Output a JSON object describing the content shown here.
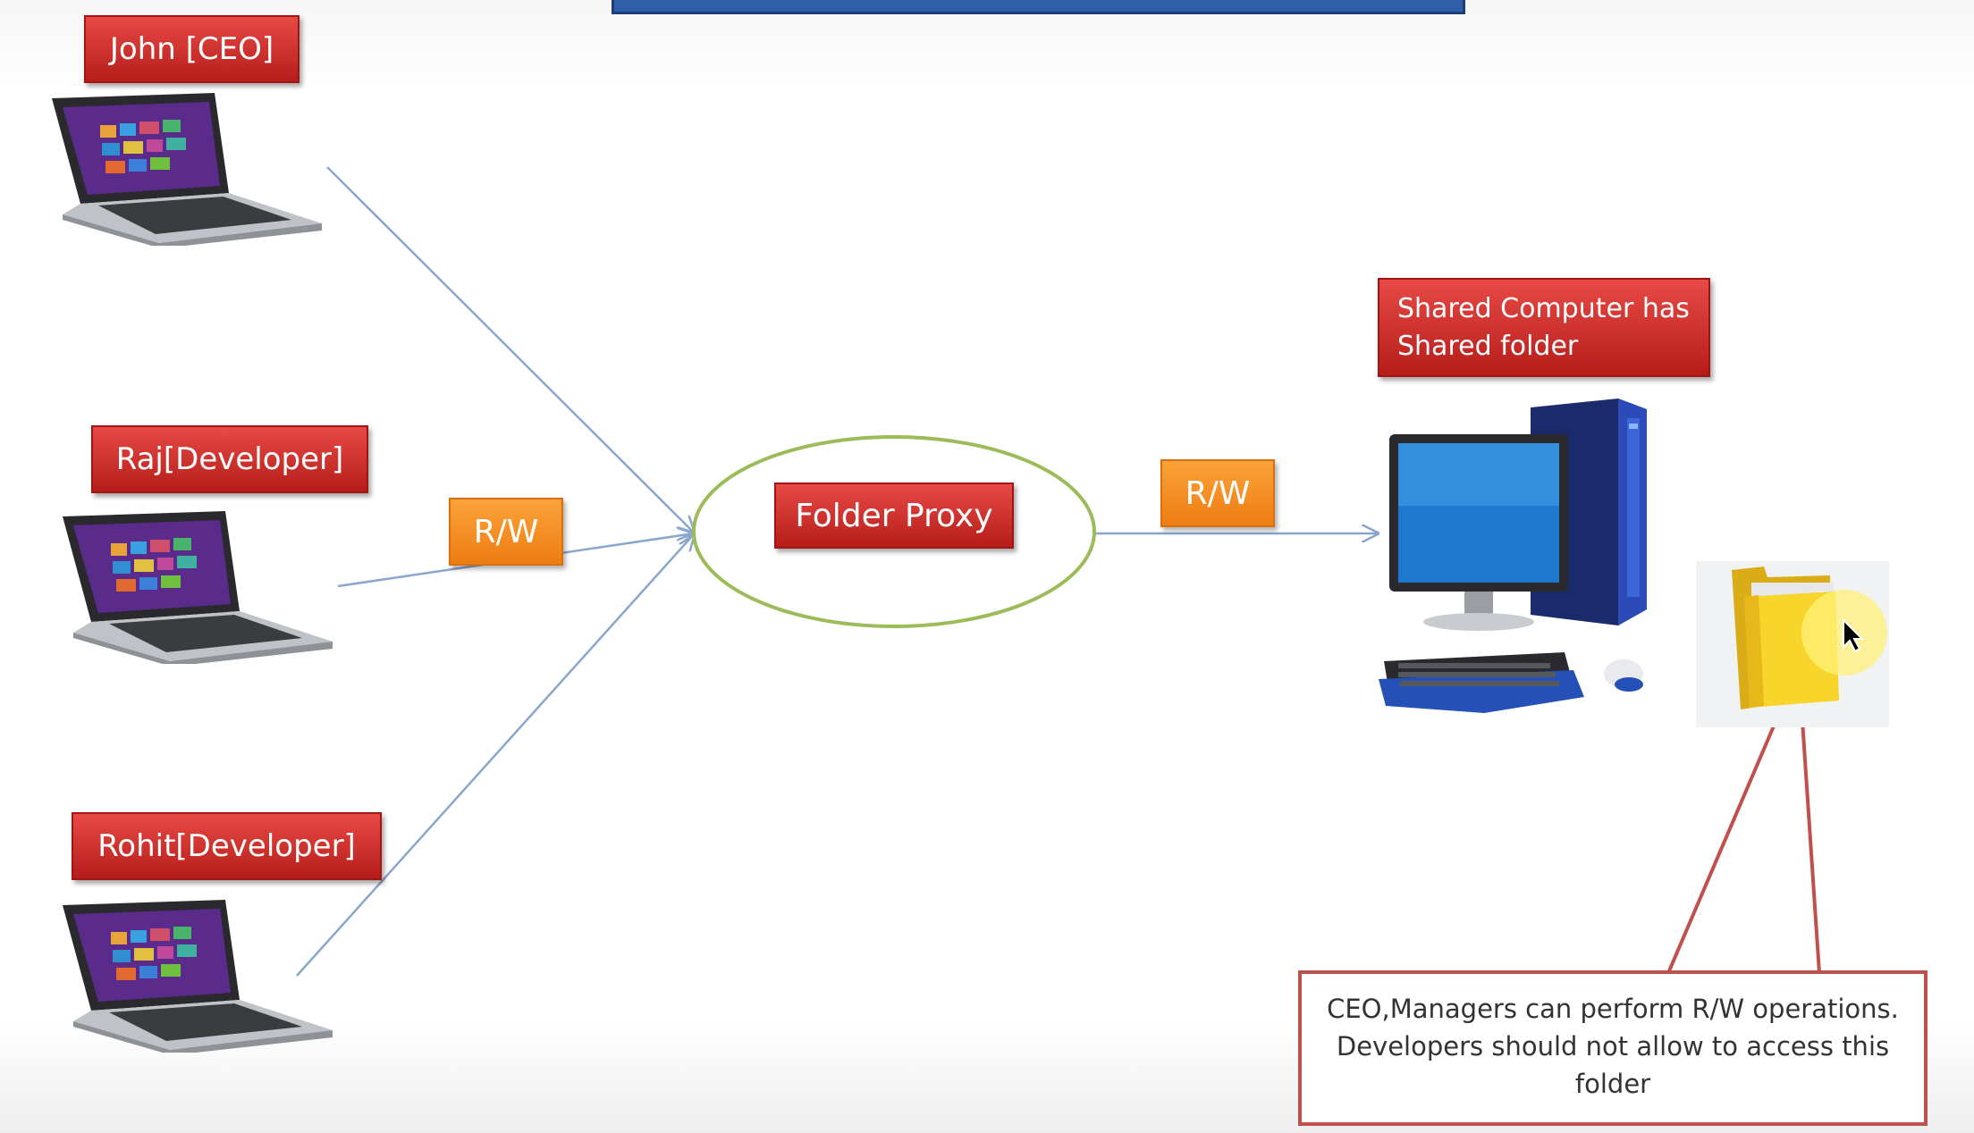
{
  "users": [
    {
      "name": "John [CEO]"
    },
    {
      "name": "Raj[Developer]"
    },
    {
      "name": "Rohit[Developer]"
    }
  ],
  "proxy": {
    "label": "Folder Proxy"
  },
  "access": {
    "left_label": "R/W",
    "right_label": "R/W"
  },
  "shared": {
    "label": "Shared Computer  has\nShared folder"
  },
  "note": {
    "text": "CEO,Managers can perform R/W operations. Developers should not allow to access this folder"
  },
  "colors": {
    "label_red": "#c9302c",
    "label_orange": "#f39121",
    "connector_blue": "#8aa6cc",
    "ellipse_green": "#9cbb59",
    "callout_border": "#c0504d"
  }
}
